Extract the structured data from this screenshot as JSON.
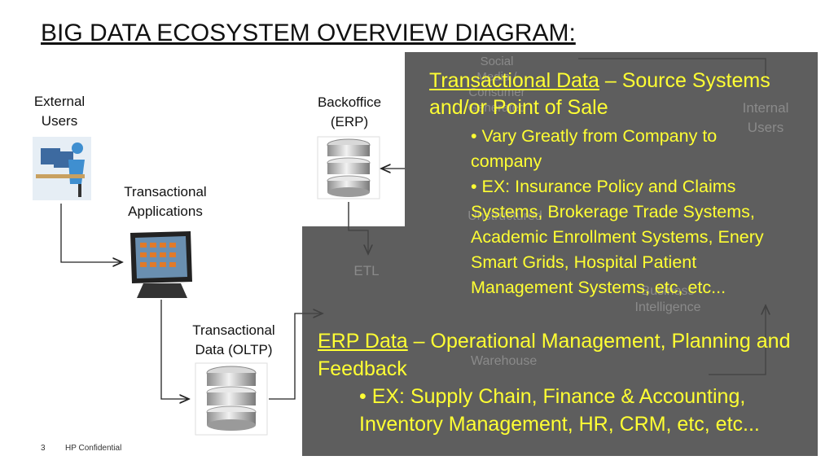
{
  "title": "BIG DATA ECOSYSTEM OVERVIEW DIAGRAM:",
  "nodes": {
    "external_users": "External\nUsers",
    "transactional_apps": "Transactional\nApplications",
    "transactional_data": "Transactional\nData (OLTP)",
    "backoffice": "Backoffice\n(ERP)",
    "etl": "ETL",
    "social_media": "Social\nMedia /\nConsumer\nGenerated",
    "internal_users": "Internal\nUsers",
    "unstructured": "Unstructured",
    "business_intelligence": "Business\nIntelligence",
    "warehouse": "Warehouse"
  },
  "box1": {
    "heading": "Transactional Data",
    "heading_rest": " – Source Systems and/or Point of Sale",
    "bullets": [
      "• Vary Greatly from Company to company",
      "• EX: Insurance Policy and Claims Systems, Brokerage Trade Systems, Academic Enrollment Systems, Enery Smart Grids, Hospital Patient Management Systems, etc, etc..."
    ]
  },
  "box2": {
    "heading": "ERP Data",
    "heading_rest": " – Operational Management, Planning and Feedback",
    "bullets": [
      "• EX: Supply Chain, Finance & Accounting, Inventory Management, HR, CRM, etc, etc..."
    ]
  },
  "footer": {
    "page_number": "3",
    "confidential": "HP Confidential"
  },
  "colors": {
    "overlay": "#464646",
    "highlight_text": "#ffff33"
  }
}
